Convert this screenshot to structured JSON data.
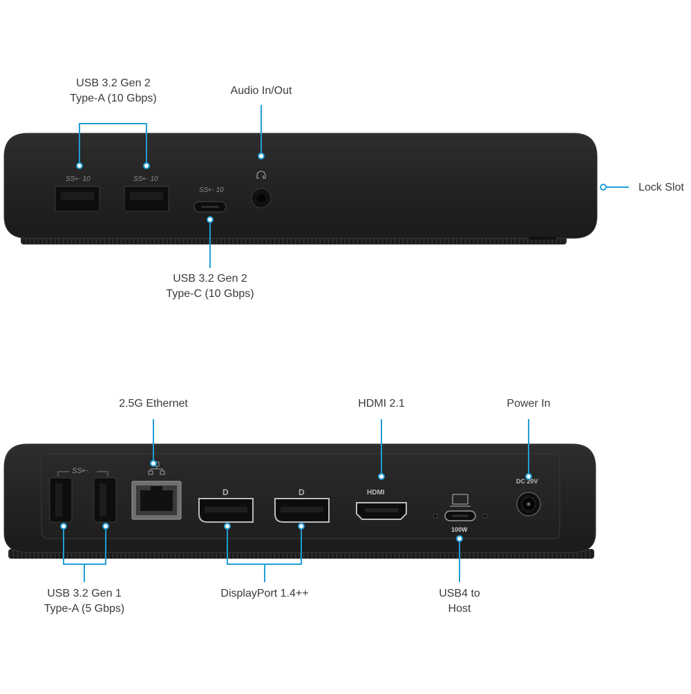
{
  "front_panel": {
    "callouts": {
      "usb_a_gen2": [
        "USB 3.2 Gen 2",
        "Type-A (10 Gbps)"
      ],
      "audio": "Audio In/Out",
      "lock_slot": "Lock Slot",
      "usb_c_gen2": [
        "USB 3.2 Gen 2",
        "Type-C (10 Gbps)"
      ]
    },
    "port_markings": {
      "usb_a_1": "SS⇠ 10",
      "usb_a_2": "SS⇠ 10",
      "usb_c": "SS⇠ 10"
    }
  },
  "rear_panel": {
    "callouts": {
      "ethernet": "2.5G Ethernet",
      "hdmi": "HDMI 2.1",
      "power": "Power In",
      "usb_a_gen1": [
        "USB 3.2 Gen 1",
        "Type-A (5 Gbps)"
      ],
      "displayport": "DisplayPort 1.4++",
      "usb4": [
        "USB4 to",
        "Host"
      ]
    },
    "port_markings": {
      "usb_ss": "SS⇠",
      "dp_1": "D",
      "dp_2": "D",
      "hdmi": "HDMI",
      "usb4_power": "100W",
      "dc": "DC 20V"
    }
  },
  "colors": {
    "callout_line": "#1f9ed6",
    "device_body": "#242424",
    "device_edge": "#2f2f2f",
    "port_hole": "#0d0d0d",
    "label_text": "#3a3a3a"
  }
}
